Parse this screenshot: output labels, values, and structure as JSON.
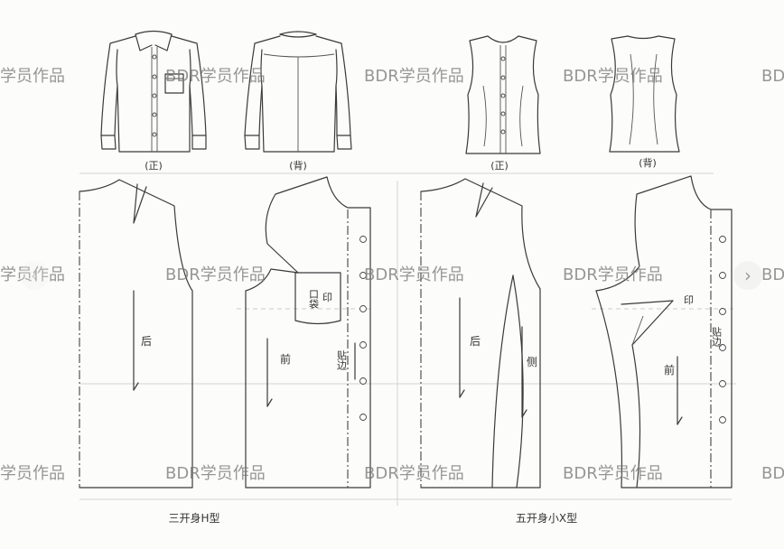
{
  "watermark": {
    "full": "BDR学员作品",
    "left_partial": "学员作品",
    "right_partial": "BD"
  },
  "sketches": {
    "shirt_front_caption": "(正)",
    "shirt_back_caption": "(背)",
    "vest_front_caption": "(正)",
    "vest_back_caption": "(背)"
  },
  "patterns": {
    "h_type": {
      "caption": "三开身H型",
      "back_label": "后",
      "front_label": "前",
      "pocket_label": "口袋",
      "pocket_mark": "印",
      "facing_label": "贴边"
    },
    "x_type": {
      "caption": "五开身小X型",
      "back_label": "后",
      "side_label": "侧",
      "front_label": "前",
      "dart_mark": "印",
      "facing_label": "贴边"
    }
  },
  "nav": {
    "prev_icon": "chevron-left-icon",
    "next_icon": "chevron-right-icon",
    "prev_glyph": "‹",
    "next_glyph": "›"
  }
}
